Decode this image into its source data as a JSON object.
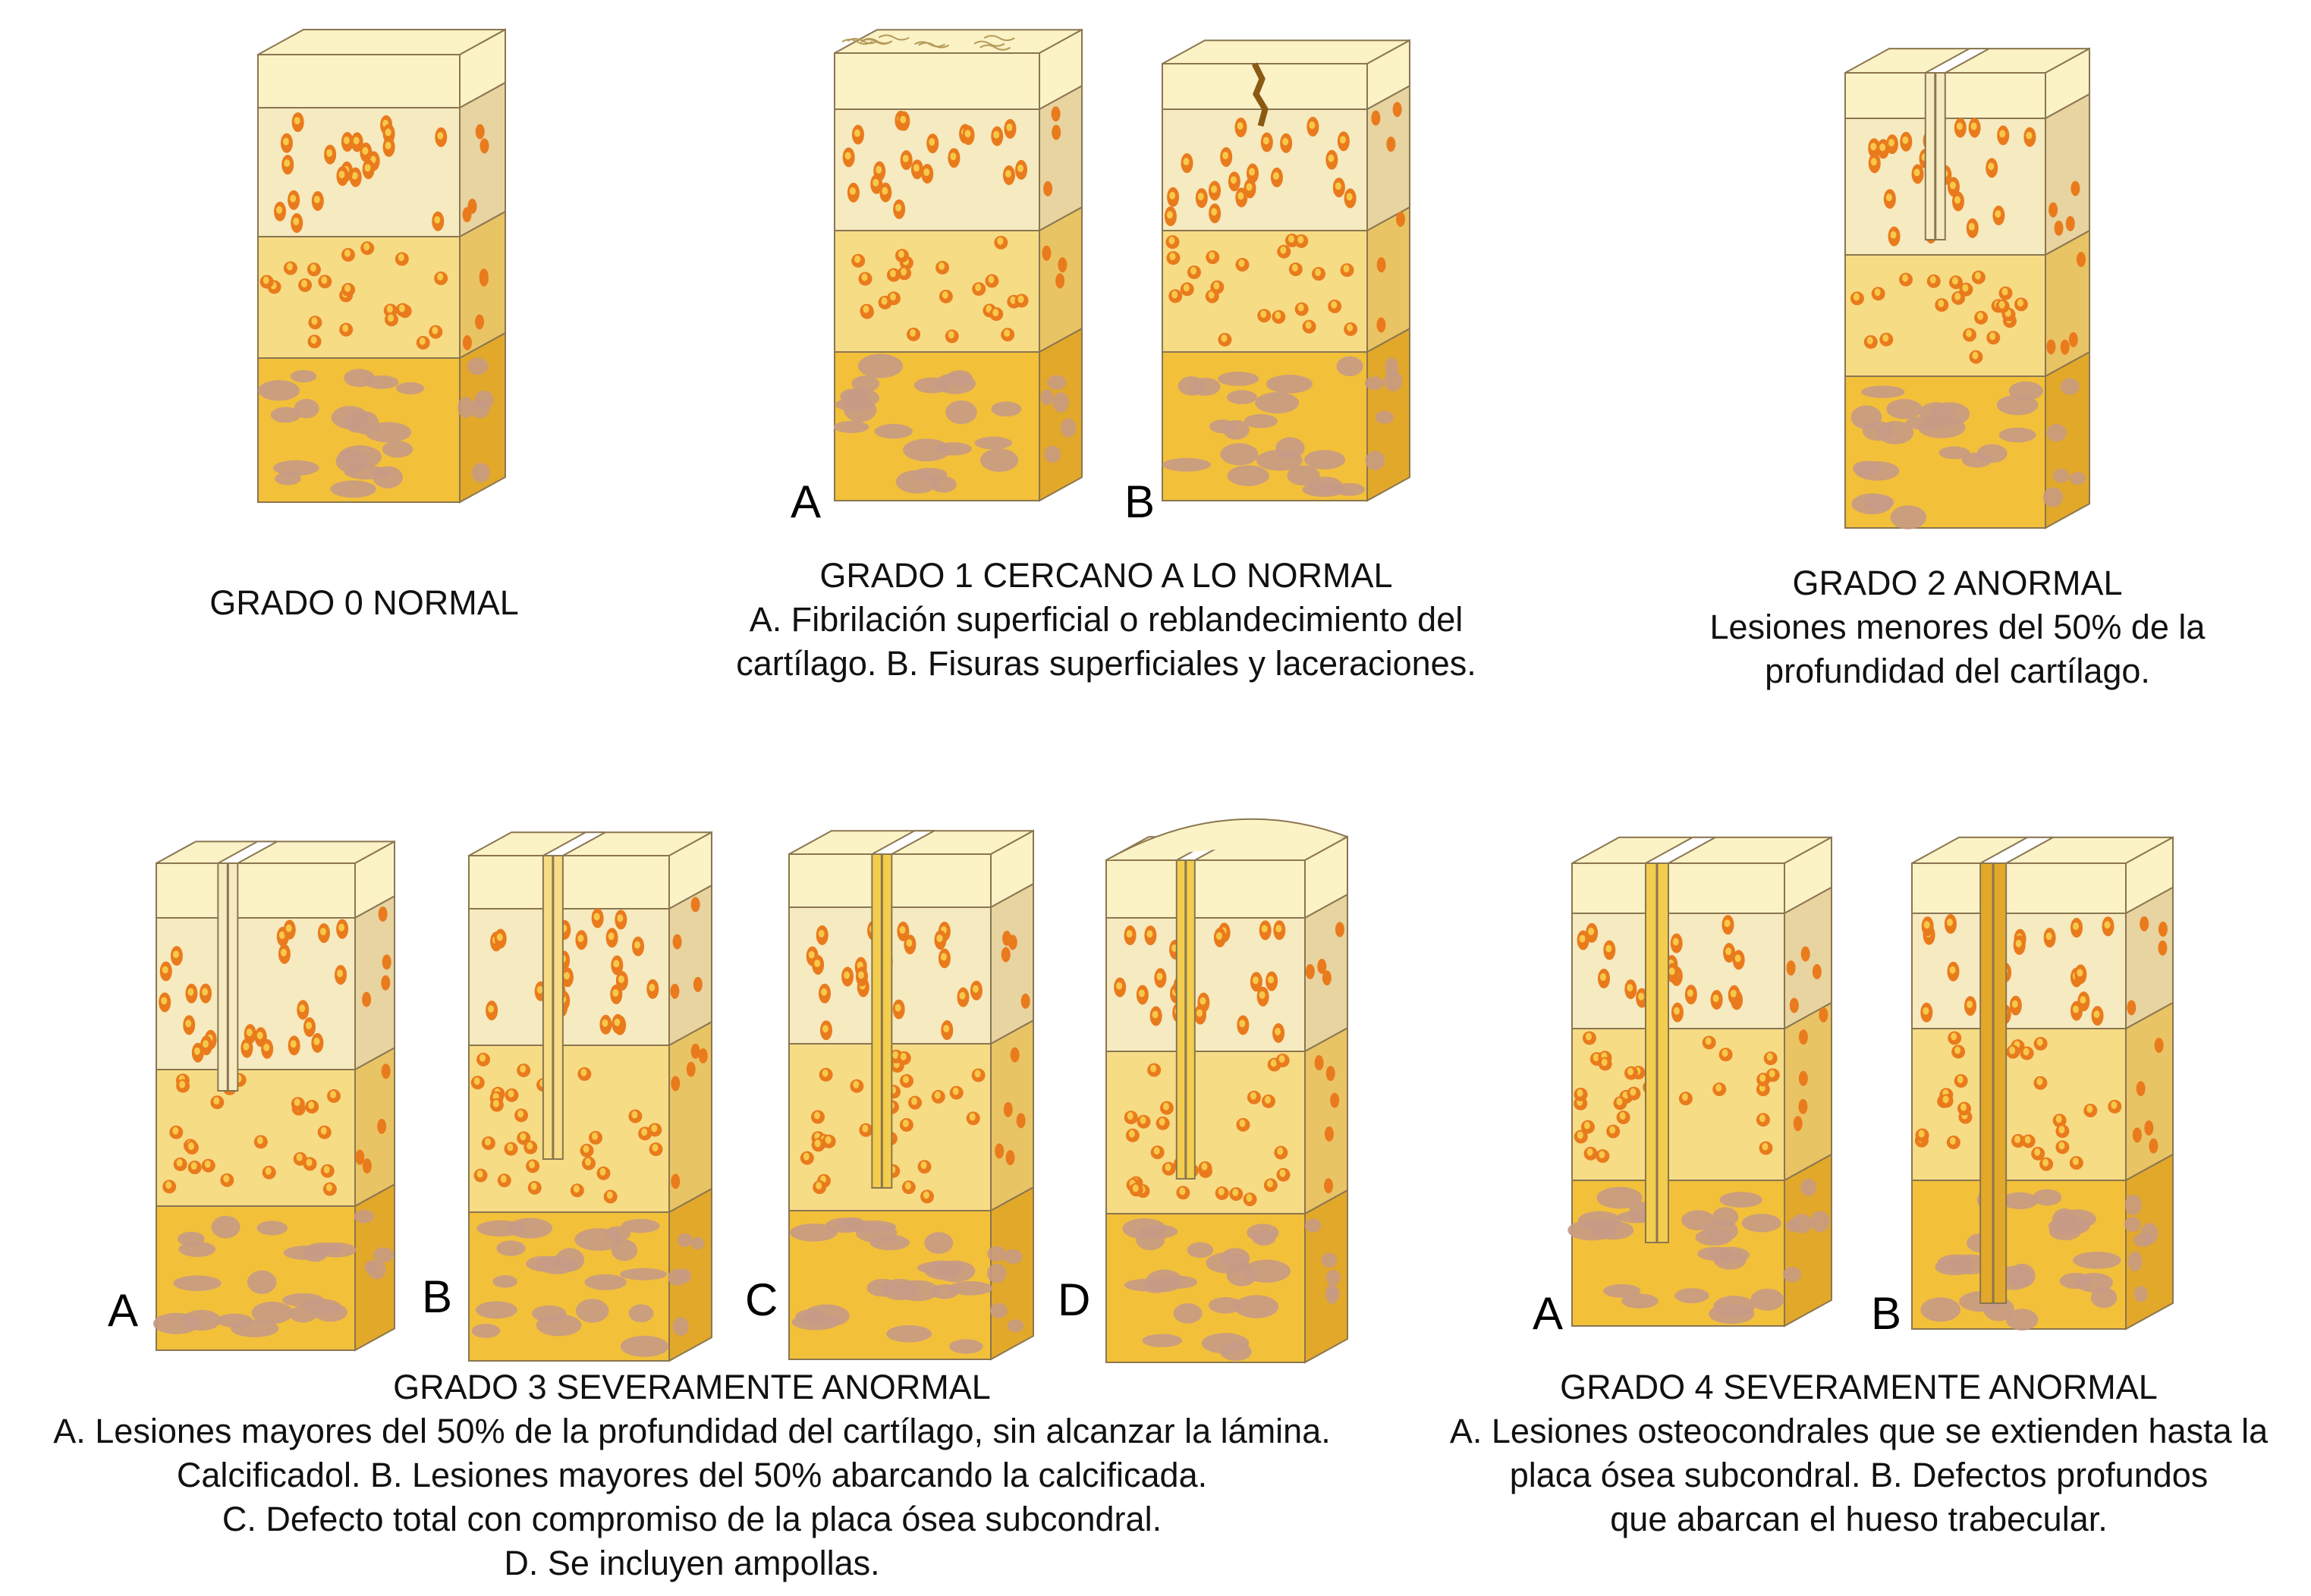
{
  "colors": {
    "top_light": "#fbf2c6",
    "zone_top": "#f6eac0",
    "zone_top_side": "#e7d4a0",
    "zone_mid": "#f7dc86",
    "zone_mid_side": "#e9c465",
    "calcified": "#f3cd4d",
    "calcified_side": "#e2b43a",
    "bone": "#f3c03a",
    "bone_side": "#e2a82a",
    "bone_patch": "#c79a86",
    "cell": "#e97b1d",
    "cell_core": "#f7c94a",
    "outline": "#8a7650"
  },
  "grade0": {
    "title": "GRADO 0 NORMAL"
  },
  "grade1": {
    "label_a": "A",
    "label_b": "B",
    "title": "GRADO 1 CERCANO A LO NORMAL",
    "line1": "A. Fibrilación superficial o reblandecimiento del",
    "line2": "cartílago. B. Fisuras superficiales y laceraciones."
  },
  "grade2": {
    "title": "GRADO 2 ANORMAL",
    "line1": "Lesiones menores del 50% de la",
    "line2": "profundidad del cartílago."
  },
  "grade3": {
    "label_a": "A",
    "label_b": "B",
    "label_c": "C",
    "label_d": "D",
    "title": "GRADO 3 SEVERAMENTE ANORMAL",
    "line1": "A. Lesiones mayores del 50% de la profundidad del cartílago, sin alcanzar la lámina.",
    "line2": "Calcificadol. B. Lesiones mayores del 50% abarcando la calcificada.",
    "line3": "C. Defecto total con compromiso de la  placa ósea subcondral.",
    "line4": "D. Se incluyen ampollas."
  },
  "grade4": {
    "label_a": "A",
    "label_b": "B",
    "title": "GRADO 4 SEVERAMENTE ANORMAL",
    "line1": "A. Lesiones osteocondrales que se extienden hasta la",
    "line2": "placa ósea subcondral. B. Defectos profundos",
    "line3": "que abarcan el hueso trabecular."
  }
}
